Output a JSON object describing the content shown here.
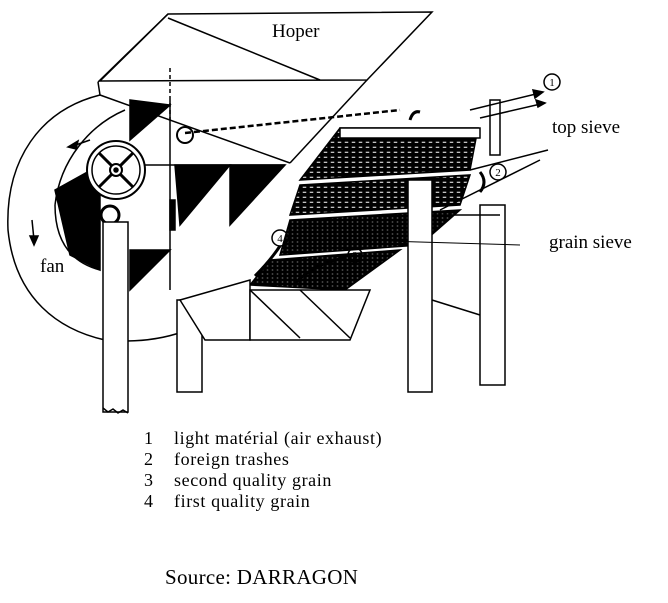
{
  "diagram": {
    "labels": {
      "hopper": "Hoper",
      "top_sieve": "top sieve",
      "grain_sieve": "grain sieve",
      "fan": "fan"
    },
    "markers": [
      "1",
      "2",
      "3",
      "4"
    ],
    "legend": [
      {
        "num": "1",
        "text": "light matérial (air exhaust)"
      },
      {
        "num": "2",
        "text": "foreign trashes"
      },
      {
        "num": "3",
        "text": "second quality grain"
      },
      {
        "num": "4",
        "text": "first quality grain"
      }
    ],
    "source": "Source: DARRAGON"
  }
}
